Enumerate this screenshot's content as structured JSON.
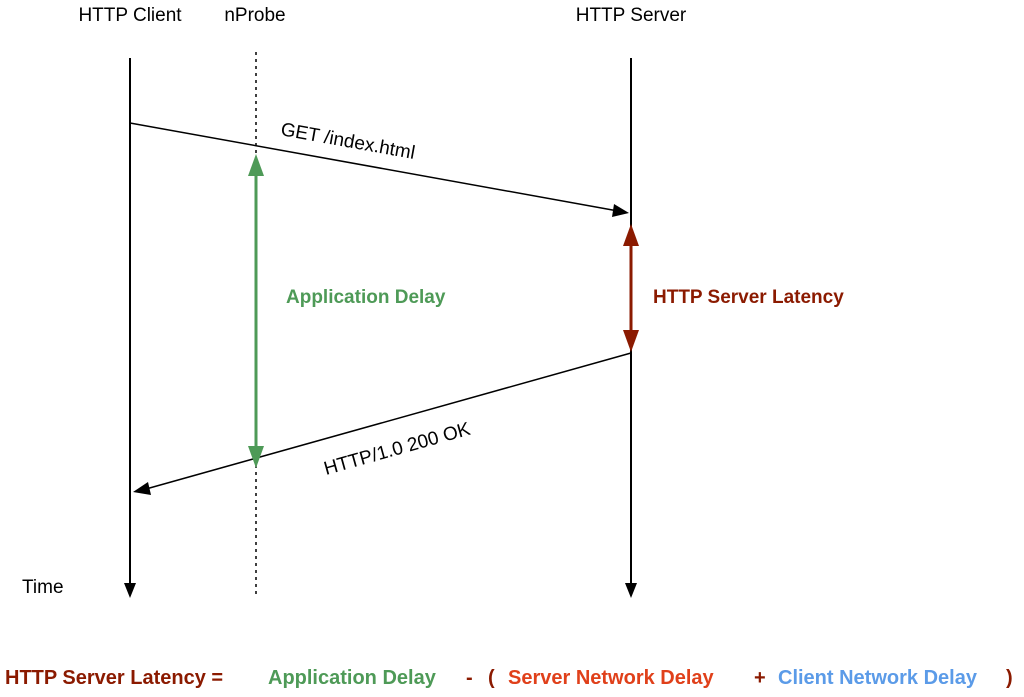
{
  "lanes": {
    "client": "HTTP Client",
    "probe": "nProbe",
    "server": "HTTP Server"
  },
  "time_label": "Time",
  "messages": {
    "request": "GET /index.html",
    "response": "HTTP/1.0 200 OK"
  },
  "intervals": {
    "application_delay": "Application Delay",
    "server_latency": "HTTP Server Latency"
  },
  "formula": {
    "lhs": "HTTP Server Latency =",
    "app_delay": "Application Delay",
    "minus": "-",
    "open_paren": "(",
    "server_net": "Server Network Delay",
    "plus": "+",
    "client_net": "Client Network Delay",
    "close_paren": ")"
  },
  "colors": {
    "application_delay": "#4e9a57",
    "server_latency": "#8b1a00",
    "server_network_delay": "#e0401a",
    "client_network_delay": "#5b9be8",
    "line": "#000000"
  }
}
